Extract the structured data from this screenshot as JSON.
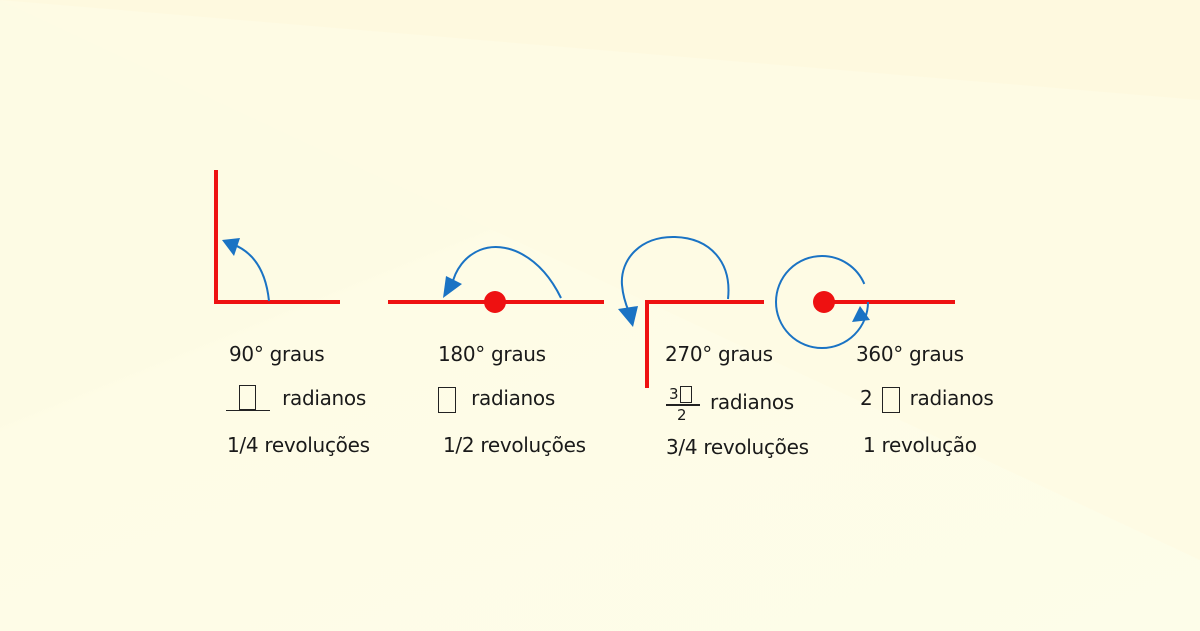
{
  "colors": {
    "ray": "#ee1111",
    "arrow": "#1a73c4",
    "vertex": "#ee1111",
    "background": "#fdfbe4"
  },
  "angles": [
    {
      "degrees": "90° graus",
      "radians": "radianos",
      "revolutions": "1/4 revoluções"
    },
    {
      "degrees": "180° graus",
      "radians": "radianos",
      "revolutions": "1/2 revoluções"
    },
    {
      "degrees": "270° graus",
      "radians_numerator": "3",
      "radians_denominator": "2",
      "radians": "radianos",
      "revolutions": "3/4 revoluções"
    },
    {
      "degrees": "360° graus",
      "radians_coefficient": "2",
      "radians": "radianos",
      "revolutions": "1 revolução"
    }
  ]
}
